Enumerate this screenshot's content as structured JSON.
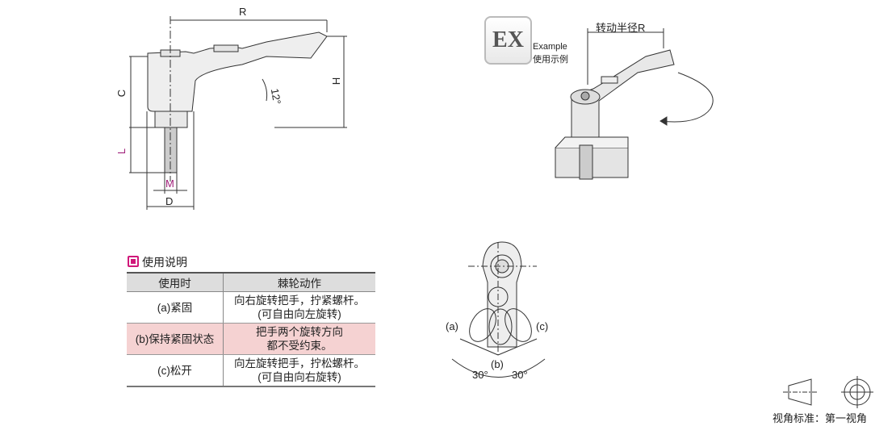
{
  "dimension_labels": {
    "R": "R",
    "C": "C",
    "H": "H",
    "angle": "12°",
    "L": "L",
    "M": "M",
    "D": "D"
  },
  "example": {
    "badge": "EX",
    "line1": "Example",
    "line2": "使用示例",
    "radius_label": "转动半径R"
  },
  "usage": {
    "title": "使用说明",
    "headers": [
      "使用时",
      "棘轮动作"
    ],
    "rows": [
      {
        "state": "(a)紧固",
        "action": [
          "向右旋转把手，拧紧螺杆。",
          "(可自由向左旋转)"
        ],
        "highlight": false
      },
      {
        "state": "(b)保持紧固状态",
        "action": [
          "把手两个旋转方向",
          "都不受约束。"
        ],
        "highlight": true
      },
      {
        "state": "(c)松开",
        "action": [
          "向左旋转把手，拧松螺杆。",
          "(可自由向右旋转)"
        ],
        "highlight": false
      }
    ]
  },
  "ratchet": {
    "a": "(a)",
    "b": "(b)",
    "c": "(c)",
    "angle_left": "30°",
    "angle_right": "30°"
  },
  "projection": {
    "label": "视角标准：第一视角"
  },
  "colors": {
    "accent": "#d0187a",
    "highlight": "#f5d2d2"
  }
}
